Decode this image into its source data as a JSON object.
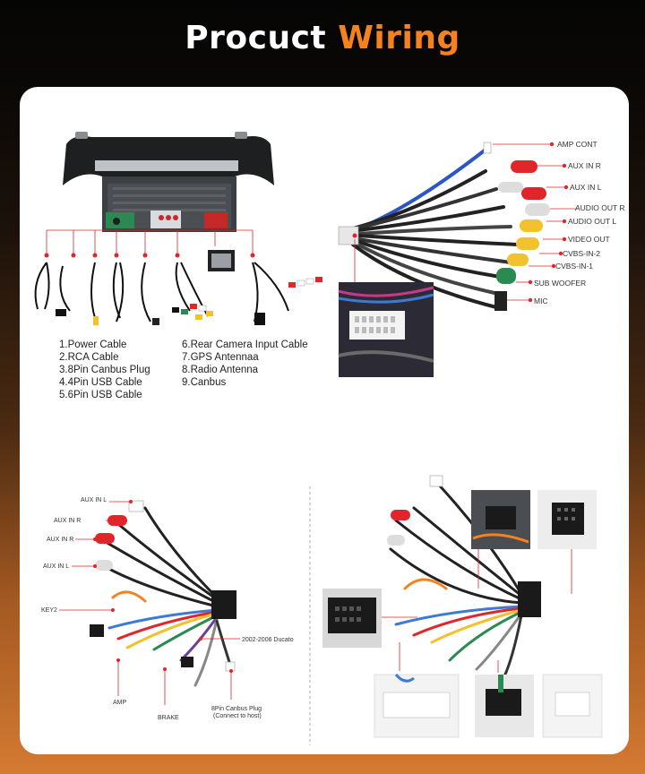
{
  "title": {
    "word1": "Procuct",
    "word2": "Wiring"
  },
  "colors": {
    "accent": "#f58220",
    "red_dot": "#e0262b"
  },
  "legend_left": [
    "1.Power Cable",
    "2.RCA Cable",
    "3.8Pin Canbus Plug",
    "4.4Pin USB Cable",
    "5.6Pin USB Cable"
  ],
  "legend_right": [
    "6.Rear Camera Input Cable",
    "7.GPS Antennaa",
    "8.Radio Antenna",
    "9.Canbus"
  ],
  "rca_labels": [
    "AMP CONT",
    "AUX IN R",
    "AUX IN L",
    "AUDIO OUT R",
    "AUDIO OUT L",
    "VIDEO OUT",
    "CVBS-IN-2",
    "CVBS-IN-1",
    "SUB WOOFER",
    "MIC"
  ],
  "harness_labels": {
    "aux_in_l_1": "AUX IN L",
    "aux_in_r_1": "AUX IN R",
    "aux_in_r_2": "AUX IN R",
    "aux_in_l_2": "AUX IN L",
    "key2": "KEY2",
    "ducato": "2002-2006 Ducato",
    "amp": "AMP",
    "brake": "BRAKE",
    "canbus_line1": "8Pin Canbus Plug",
    "canbus_line2": "(Connect to host)"
  }
}
